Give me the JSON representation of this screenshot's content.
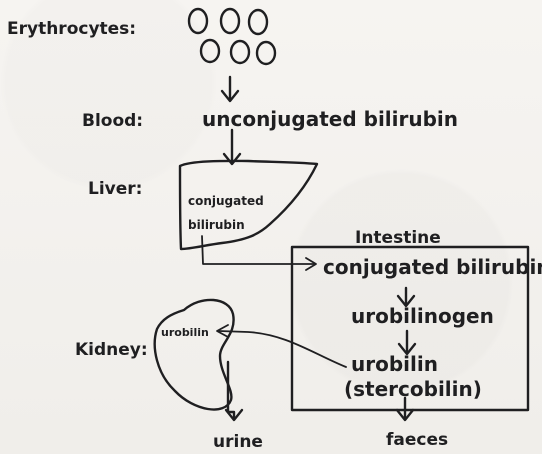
{
  "labels": {
    "erythrocytes": "Erythrocytes:",
    "blood": "Blood:",
    "liver": "Liver:",
    "kidney": "Kidney:"
  },
  "blood_text": "unconjugated bilirubin",
  "liver_text_line1": "conjugated",
  "liver_text_line2": "bilirubin",
  "intestine": {
    "title": "Intestine",
    "conjugated_bilirubin": "conjugated bilirubin",
    "urobilinogen": "urobilinogen",
    "urobilin": "urobilin",
    "stercobilin": "(stercobilin)"
  },
  "kidney_text": "urobilin",
  "outputs": {
    "urine": "urine",
    "faeces": "faeces"
  }
}
